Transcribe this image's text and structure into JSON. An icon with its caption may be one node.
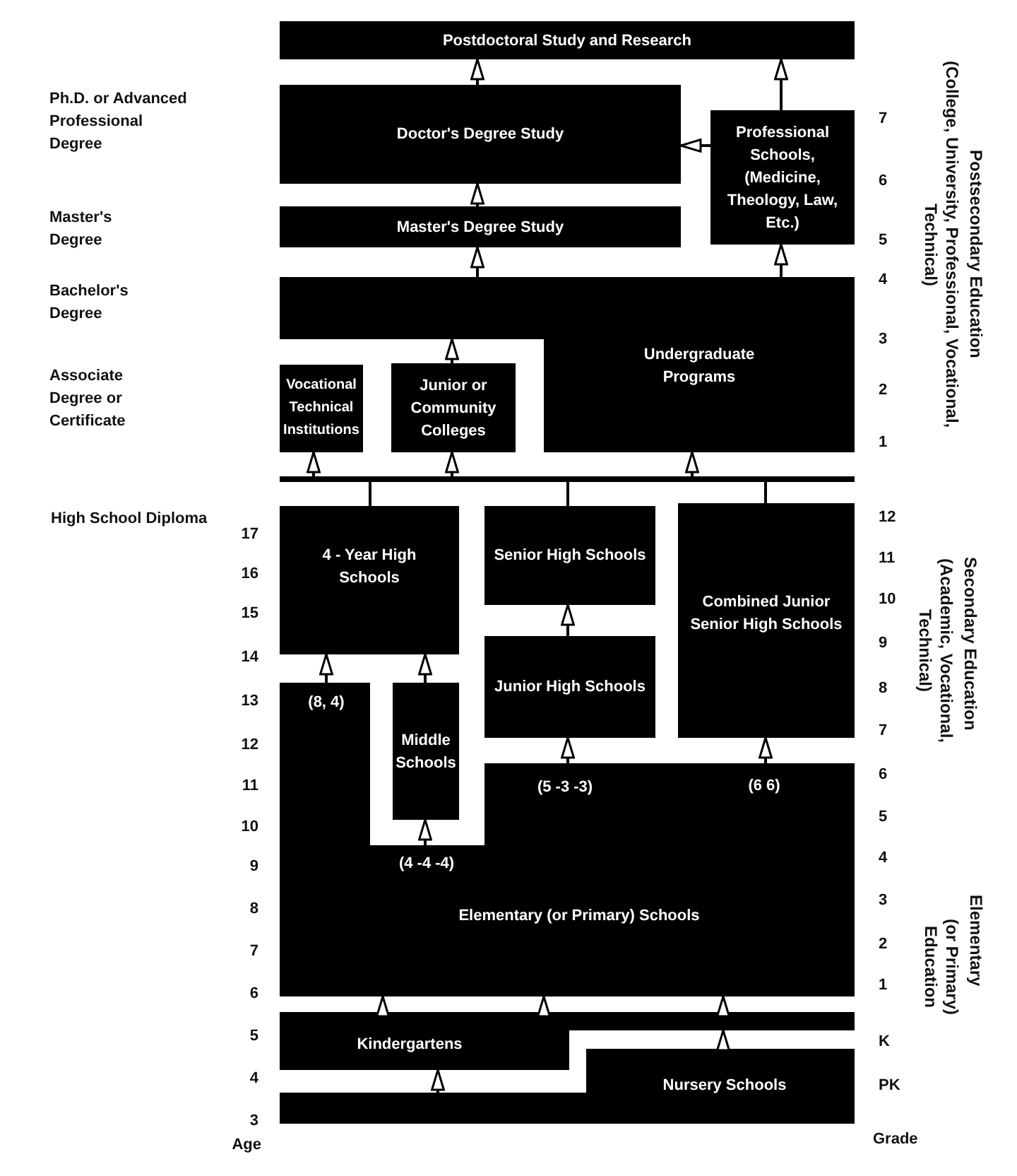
{
  "diagram": {
    "nodes": [
      {
        "text": [
          "Postdoctoral Study and Research"
        ]
      },
      {
        "text": [
          "Doctor's Degree Study"
        ]
      },
      {
        "text": [
          "Professional Schools, (Medicine, Theology, Law, Etc.)"
        ]
      },
      {
        "text": [
          "Master's Degree Study"
        ]
      },
      {
        "text": [
          "Undergraduate Programs"
        ]
      },
      {
        "text": [
          "Vocational Technical Institutions"
        ]
      },
      {
        "text": [
          "Junior or Community Colleges"
        ]
      },
      {
        "text": [],
        "shape": "bar"
      },
      {
        "text": [
          "4 - Year High Schools"
        ]
      },
      {
        "text": [
          "Senior High Schools"
        ]
      },
      {
        "text": [
          "Combined Junior Senior High Schools"
        ]
      },
      {
        "text": [
          "Junior High Schools"
        ]
      },
      {
        "text": [
          "Middle Schools"
        ]
      },
      {
        "text": [
          "(8, 4)",
          "(5 -3 -3)",
          "(6 6)",
          "(4 -4 -4)",
          "Elementary (or Primary) Schools"
        ]
      },
      {
        "text": [
          "Kindergartens"
        ]
      },
      {
        "text": [
          "Nursery Schools"
        ]
      }
    ],
    "edges": [
      {
        "from": 1,
        "to": 0,
        "arrow": "to"
      },
      {
        "from": 2,
        "to": 0,
        "arrow": "to"
      },
      {
        "from": 2,
        "to": 1,
        "arrow": "to"
      },
      {
        "from": 3,
        "to": 1,
        "arrow": "to"
      },
      {
        "from": 4,
        "to": 3,
        "arrow": "to"
      },
      {
        "from": 4,
        "to": 2,
        "arrow": "to"
      },
      {
        "from": 6,
        "to": 4,
        "arrow": "to"
      },
      {
        "from": 7,
        "to": 5,
        "arrow": "to"
      },
      {
        "from": 7,
        "to": 6,
        "arrow": "to"
      },
      {
        "from": 7,
        "to": 4,
        "arrow": "to"
      },
      {
        "from": 8,
        "to": 7,
        "arrow": "none"
      },
      {
        "from": 9,
        "to": 7,
        "arrow": "none"
      },
      {
        "from": 10,
        "to": 7,
        "arrow": "none"
      },
      {
        "from": 13,
        "to": 8,
        "arrow": "to"
      },
      {
        "from": 12,
        "to": 8,
        "arrow": "to"
      },
      {
        "from": 11,
        "to": 9,
        "arrow": "to"
      },
      {
        "from": 13,
        "to": 11,
        "arrow": "to"
      },
      {
        "from": 13,
        "to": 10,
        "arrow": "to"
      },
      {
        "from": 13,
        "to": 12,
        "arrow": "to"
      },
      {
        "from": 14,
        "to": 13,
        "arrow": "to"
      },
      {
        "from": 14,
        "to": 13,
        "arrow": "to"
      },
      {
        "from": 14,
        "to": 13,
        "arrow": "to"
      },
      {
        "from": 15,
        "to": 14,
        "arrow": "to"
      },
      {
        "from": 15,
        "to": 14,
        "arrow": "to"
      }
    ],
    "labels": [
      "Ph.D. or Advanced Professional Degree",
      "Master's Degree",
      "Bachelor's Degree",
      "Associate Degree or Certificate",
      "High School Diploma",
      "17",
      "16",
      "15",
      "14",
      "13",
      "12",
      "11",
      "10",
      "9",
      "8",
      "7",
      "6",
      "5",
      "4",
      "3",
      "Age",
      "7",
      "6",
      "5",
      "4",
      "3",
      "2",
      "1",
      "12",
      "11",
      "10",
      "9",
      "8",
      "7",
      "6",
      "5",
      "4",
      "3",
      "2",
      "1",
      "K",
      "PK",
      "Grade",
      "Postsecondary Education",
      "(College, University, Professional, Vocational, Technical)",
      "Secondary Education",
      "(Academic, Vocational, Technical)",
      "Elementary",
      "(or Primary) Education"
    ]
  }
}
